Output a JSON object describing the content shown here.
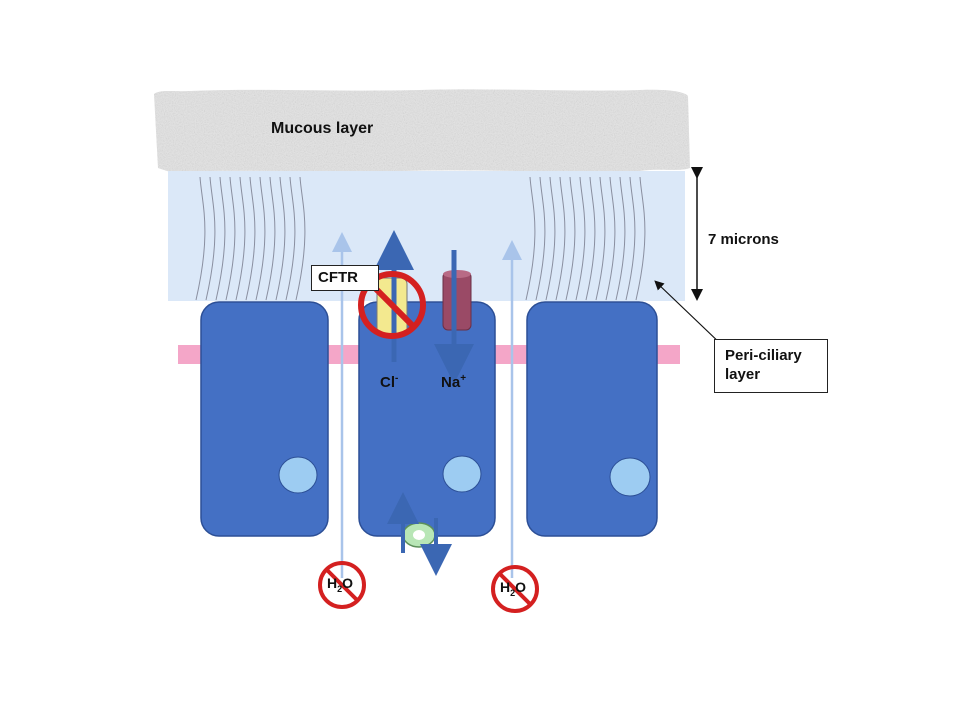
{
  "labels": {
    "mucous": "Mucous layer",
    "microns": "7 microns",
    "periciliary_line1": "Peri-ciliary",
    "periciliary_line2": "layer",
    "cftr": "CFTR",
    "chloride": "Cl",
    "chloride_charge": "-",
    "sodium": "Na",
    "sodium_charge": "+",
    "water_left_h": "H",
    "water_left_2": "2",
    "water_left_o": "O",
    "water_right_h": "H",
    "water_right_2": "2",
    "water_right_o": "O"
  },
  "colors": {
    "mucous": "#e4e4e4",
    "periciliary": "#dbe8f8",
    "cell": "#4470c4",
    "cell_border": "#2c4f96",
    "nucleus": "#9dccf2",
    "tight_junction": "#f4a6c8",
    "prohibition": "#d42020",
    "cftr_channel": "#f3e98f",
    "na_channel": "#9a4a66",
    "water_arrow": "#a9c4ea",
    "pump": "#b8e6b6"
  }
}
